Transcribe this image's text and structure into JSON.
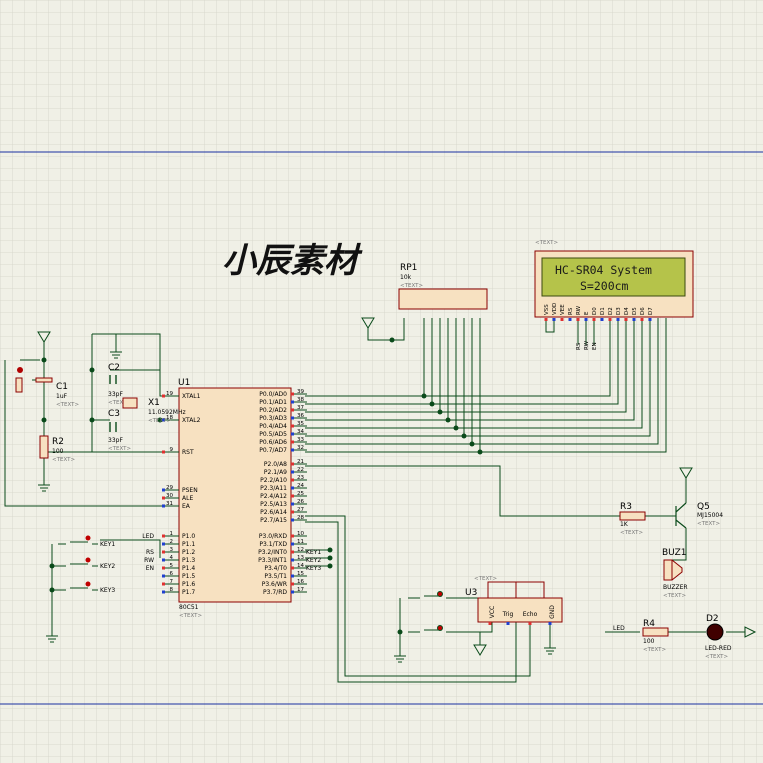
{
  "colors": {
    "background": "#f0f0e6",
    "grid": "#d4d4c8",
    "wire": "#0a4a1a",
    "component_fill": "#f7e1c1",
    "component_stroke": "#8b0000",
    "lcd_fill": "#b5c34a",
    "pin_red": "#e03030",
    "pin_blue": "#2040d0",
    "sheet_border": "#1a2fa0"
  },
  "watermark": "小辰素材",
  "placeholder": "<TEXT>",
  "rp1": {
    "ref": "RP1",
    "value": "10k",
    "placeholder": "<TEXT>"
  },
  "lcd": {
    "placeholder": "<TEXT>",
    "line1": "HC-SR04 System",
    "line2": "S=200cm",
    "pins": [
      "VSS",
      "VDD",
      "VEE",
      "RS",
      "RW",
      "E",
      "D0",
      "D1",
      "D2",
      "D3",
      "D4",
      "D5",
      "D6",
      "D7"
    ],
    "ctrl_labels": [
      "RS",
      "RW",
      "EN"
    ]
  },
  "u1": {
    "ref": "U1",
    "part": "80C51",
    "placeholder": "<TEXT>",
    "left_pins": [
      {
        "num": "19",
        "name": "XTAL1"
      },
      {
        "num": "18",
        "name": "XTAL2"
      },
      {
        "num": "9",
        "name": "RST"
      },
      {
        "num": "29",
        "name": "PSEN"
      },
      {
        "num": "30",
        "name": "ALE"
      },
      {
        "num": "31",
        "name": "EA"
      },
      {
        "num": "1",
        "name": "P1.0",
        "net": "LED"
      },
      {
        "num": "2",
        "name": "P1.1"
      },
      {
        "num": "3",
        "name": "P1.2",
        "net": "RS"
      },
      {
        "num": "4",
        "name": "P1.3",
        "net": "RW"
      },
      {
        "num": "5",
        "name": "P1.4",
        "net": "EN"
      },
      {
        "num": "6",
        "name": "P1.5"
      },
      {
        "num": "7",
        "name": "P1.6"
      },
      {
        "num": "8",
        "name": "P1.7"
      }
    ],
    "right_pins": [
      {
        "num": "39",
        "name": "P0.0/AD0"
      },
      {
        "num": "38",
        "name": "P0.1/AD1"
      },
      {
        "num": "37",
        "name": "P0.2/AD2"
      },
      {
        "num": "36",
        "name": "P0.3/AD3"
      },
      {
        "num": "35",
        "name": "P0.4/AD4"
      },
      {
        "num": "34",
        "name": "P0.5/AD5"
      },
      {
        "num": "33",
        "name": "P0.6/AD6"
      },
      {
        "num": "32",
        "name": "P0.7/AD7"
      },
      {
        "num": "21",
        "name": "P2.0/A8"
      },
      {
        "num": "22",
        "name": "P2.1/A9"
      },
      {
        "num": "23",
        "name": "P2.2/A10"
      },
      {
        "num": "24",
        "name": "P2.3/A11"
      },
      {
        "num": "25",
        "name": "P2.4/A12"
      },
      {
        "num": "26",
        "name": "P2.5/A13"
      },
      {
        "num": "27",
        "name": "P2.6/A14"
      },
      {
        "num": "28",
        "name": "P2.7/A15"
      },
      {
        "num": "10",
        "name": "P3.0/RXD"
      },
      {
        "num": "11",
        "name": "P3.1/TXD"
      },
      {
        "num": "12",
        "name": "P3.2/INT0",
        "net": "KEY1"
      },
      {
        "num": "13",
        "name": "P3.3/INT1",
        "net": "KEY2"
      },
      {
        "num": "14",
        "name": "P3.4/T0",
        "net": "KEY3"
      },
      {
        "num": "15",
        "name": "P3.5/T1"
      },
      {
        "num": "16",
        "name": "P3.6/WR"
      },
      {
        "num": "17",
        "name": "P3.7/RD"
      }
    ]
  },
  "c1": {
    "ref": "C1",
    "value": "1uF",
    "placeholder": "<TEXT>"
  },
  "c2": {
    "ref": "C2",
    "value": "33pF",
    "placeholder": "<TEXT>"
  },
  "c3": {
    "ref": "C3",
    "value": "33pF",
    "placeholder": "<TEXT>"
  },
  "x1": {
    "ref": "X1",
    "value": "11.0592MHz",
    "placeholder": "<TEXT>"
  },
  "r2": {
    "ref": "R2",
    "value": "100",
    "placeholder": "<TEXT>"
  },
  "r3": {
    "ref": "R3",
    "value": "1K",
    "placeholder": "<TEXT>"
  },
  "q5": {
    "ref": "Q5",
    "value": "MJ15004",
    "placeholder": "<TEXT>"
  },
  "buz1": {
    "ref": "BUZ1",
    "value": "BUZZER",
    "placeholder": "<TEXT>"
  },
  "r4": {
    "ref": "R4",
    "value": "100",
    "placeholder": "<TEXT>",
    "net": "LED"
  },
  "d2": {
    "ref": "D2",
    "value": "LED-RED",
    "placeholder": "<TEXT>"
  },
  "u3": {
    "ref": "U3",
    "pins": [
      "VCC",
      "Trig",
      "Echo",
      "GND"
    ],
    "placeholder": "<TEXT>"
  },
  "keys": [
    "KEY1",
    "KEY2",
    "KEY3"
  ]
}
